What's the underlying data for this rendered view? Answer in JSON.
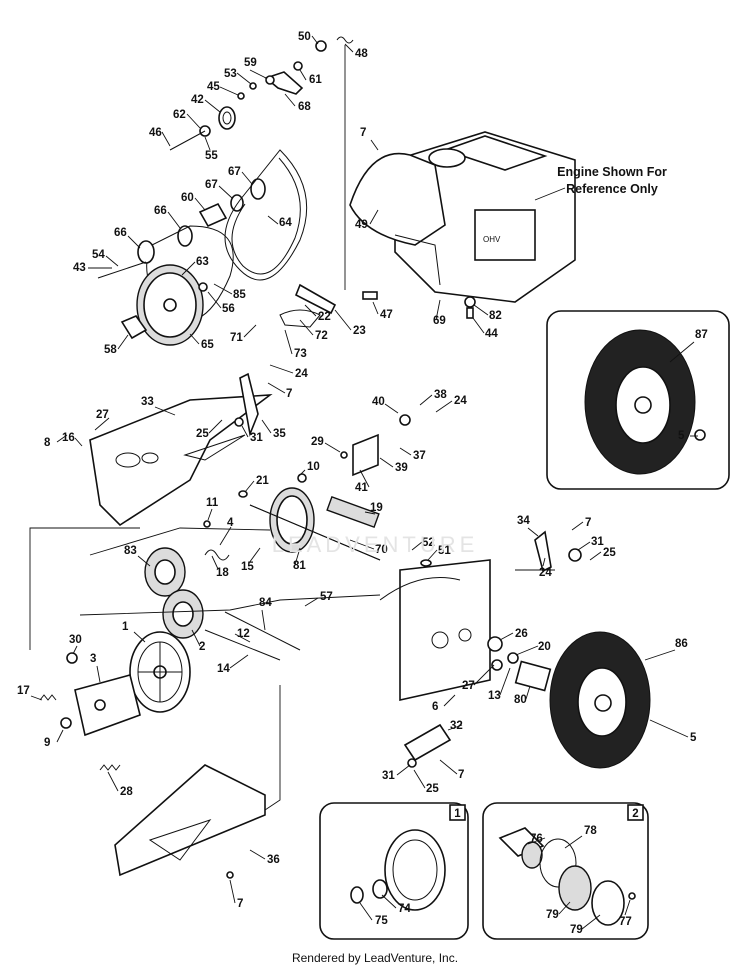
{
  "engine_note": [
    "Engine Shown For",
    "Reference Only"
  ],
  "credit": "Rendered by LeadVenture, Inc.",
  "watermark": "LEADVENTURE",
  "inset_1": {
    "box_number": "1",
    "labels": [
      "74",
      "75"
    ]
  },
  "inset_2": {
    "box_number": "2",
    "labels": [
      "76",
      "78",
      "79",
      "79",
      "77"
    ]
  },
  "inset_wheel": {
    "labels": [
      "87",
      "5"
    ]
  },
  "callouts": [
    "50",
    "48",
    "59",
    "61",
    "53",
    "45",
    "68",
    "42",
    "62",
    "46",
    "55",
    "7",
    "67",
    "67",
    "60",
    "66",
    "64",
    "49",
    "66",
    "54",
    "63",
    "43",
    "85",
    "56",
    "58",
    "65",
    "47",
    "69",
    "22",
    "23",
    "71",
    "72",
    "73",
    "82",
    "44",
    "24",
    "7",
    "33",
    "27",
    "8",
    "16",
    "25",
    "31",
    "35",
    "40",
    "38",
    "24",
    "29",
    "37",
    "39",
    "41",
    "21",
    "10",
    "11",
    "4",
    "19",
    "83",
    "18",
    "15",
    "81",
    "70",
    "52",
    "51",
    "34",
    "7",
    "31",
    "25",
    "24",
    "84",
    "57",
    "1",
    "2",
    "12",
    "14",
    "30",
    "3",
    "17",
    "9",
    "26",
    "20",
    "86",
    "27",
    "13",
    "80",
    "6",
    "5",
    "32",
    "31",
    "7",
    "25",
    "28",
    "36",
    "7"
  ]
}
